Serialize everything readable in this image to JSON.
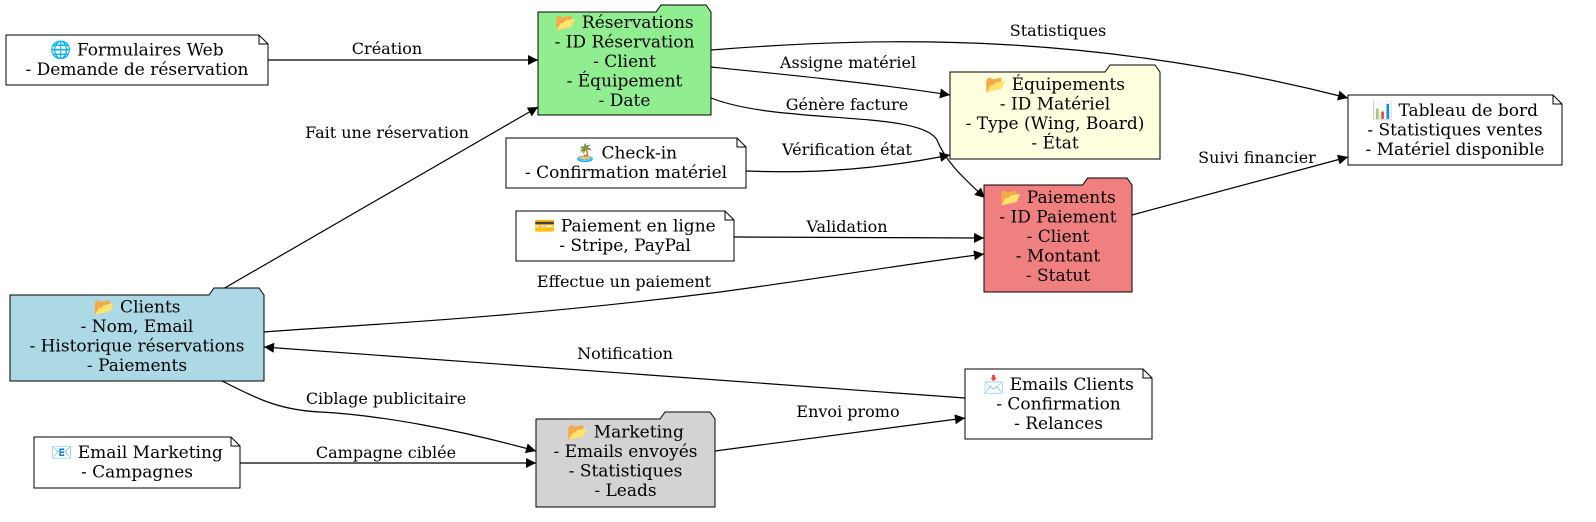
{
  "nodes": [
    {
      "id": "formulaires",
      "shape": "note",
      "fill": "#ffffff",
      "lines": [
        "🌐 Formulaires Web",
        "- Demande de réservation"
      ]
    },
    {
      "id": "reservations",
      "shape": "folder",
      "fill": "#90ee90",
      "lines": [
        "📂 Réservations",
        "- ID Réservation",
        "- Client",
        "- Équipement",
        "- Date"
      ]
    },
    {
      "id": "equipements",
      "shape": "folder",
      "fill": "#ffffe0",
      "lines": [
        "📂 Équipements",
        "- ID Matériel",
        "- Type (Wing, Board)",
        "- État"
      ]
    },
    {
      "id": "tableau",
      "shape": "note",
      "fill": "#ffffff",
      "lines": [
        "📊 Tableau de bord",
        "- Statistiques ventes",
        "- Matériel disponible"
      ]
    },
    {
      "id": "checkin",
      "shape": "note",
      "fill": "#ffffff",
      "lines": [
        "🏝️ Check-in",
        "- Confirmation matériel"
      ]
    },
    {
      "id": "paiement-ligne",
      "shape": "note",
      "fill": "#ffffff",
      "lines": [
        "💳 Paiement en ligne",
        "- Stripe, PayPal"
      ]
    },
    {
      "id": "paiements",
      "shape": "folder",
      "fill": "#f08080",
      "lines": [
        "📂 Paiements",
        "- ID Paiement",
        "- Client",
        "- Montant",
        "- Statut"
      ]
    },
    {
      "id": "clients",
      "shape": "folder",
      "fill": "#add8e6",
      "lines": [
        "📂 Clients",
        "- Nom, Email",
        "- Historique réservations",
        "- Paiements"
      ]
    },
    {
      "id": "emails-clients",
      "shape": "note",
      "fill": "#ffffff",
      "lines": [
        "📩 Emails Clients",
        "- Confirmation",
        "- Relances"
      ]
    },
    {
      "id": "email-marketing",
      "shape": "note",
      "fill": "#ffffff",
      "lines": [
        "📧 Email Marketing",
        "- Campagnes"
      ]
    },
    {
      "id": "marketing",
      "shape": "folder",
      "fill": "#d3d3d3",
      "lines": [
        "📂 Marketing",
        "- Emails envoyés",
        "- Statistiques",
        "- Leads"
      ]
    }
  ],
  "edges": [
    {
      "id": "creation",
      "from": "formulaires",
      "to": "reservations",
      "label": "Création"
    },
    {
      "id": "statistiques",
      "from": "reservations",
      "to": "tableau",
      "label": "Statistiques"
    },
    {
      "id": "assigne",
      "from": "reservations",
      "to": "equipements",
      "label": "Assigne matériel"
    },
    {
      "id": "genere",
      "from": "reservations",
      "to": "paiements",
      "label": "Génère facture"
    },
    {
      "id": "fait-reservation",
      "from": "clients",
      "to": "reservations",
      "label": "Fait une réservation"
    },
    {
      "id": "verification",
      "from": "checkin",
      "to": "equipements",
      "label": "Vérification état"
    },
    {
      "id": "suivi",
      "from": "paiements",
      "to": "tableau",
      "label": "Suivi financier"
    },
    {
      "id": "validation",
      "from": "paiement-ligne",
      "to": "paiements",
      "label": "Validation"
    },
    {
      "id": "effectue",
      "from": "clients",
      "to": "paiements",
      "label": "Effectue un paiement"
    },
    {
      "id": "notification",
      "from": "emails-clients",
      "to": "clients",
      "label": "Notification"
    },
    {
      "id": "ciblage",
      "from": "clients",
      "to": "marketing",
      "label": "Ciblage publicitaire"
    },
    {
      "id": "campagne",
      "from": "email-marketing",
      "to": "marketing",
      "label": "Campagne ciblée"
    },
    {
      "id": "envoi",
      "from": "marketing",
      "to": "emails-clients",
      "label": "Envoi promo"
    }
  ]
}
